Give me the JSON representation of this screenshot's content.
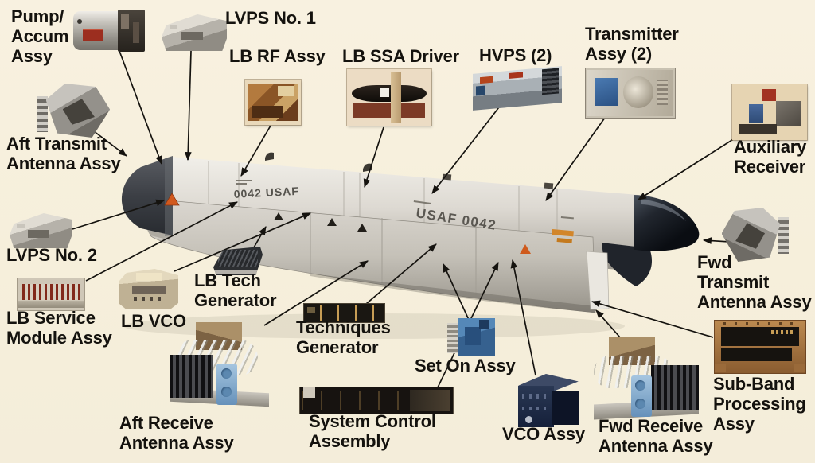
{
  "colors": {
    "background": "#f6efdb",
    "callout_line": "#15130f",
    "label_text": "#14120e",
    "warning_triangle": "#d2591d"
  },
  "pod": {
    "marking_aft": "0042 USAF",
    "marking_fwd": "USAF 0042"
  },
  "components": [
    {
      "id": "pump-accum",
      "label": "Pump/\nAccum\nAssy"
    },
    {
      "id": "lvps-1",
      "label": "LVPS No. 1"
    },
    {
      "id": "lb-rf",
      "label": "LB RF Assy"
    },
    {
      "id": "lb-ssa-driver",
      "label": "LB SSA Driver"
    },
    {
      "id": "hvps",
      "label": "HVPS (2)"
    },
    {
      "id": "transmitter",
      "label": "Transmitter\nAssy (2)"
    },
    {
      "id": "aux-receiver",
      "label": "Auxiliary\nReceiver"
    },
    {
      "id": "aft-transmit",
      "label": "Aft Transmit\nAntenna Assy"
    },
    {
      "id": "lvps-2",
      "label": "LVPS No. 2"
    },
    {
      "id": "lb-service",
      "label": "LB Service\nModule Assy"
    },
    {
      "id": "lb-vco",
      "label": "LB VCO"
    },
    {
      "id": "lb-tech-generator",
      "label": "LB Tech\nGenerator"
    },
    {
      "id": "techniques-generator",
      "label": "Techniques\nGenerator"
    },
    {
      "id": "set-on",
      "label": "Set On Assy"
    },
    {
      "id": "system-control",
      "label": "System Control\nAssembly"
    },
    {
      "id": "vco",
      "label": "VCO Assy"
    },
    {
      "id": "fwd-receive",
      "label": "Fwd Receive\nAntenna Assy"
    },
    {
      "id": "sub-band",
      "label": "Sub-Band\nProcessing\nAssy"
    },
    {
      "id": "fwd-transmit",
      "label": "Fwd\nTransmit\nAntenna Assy"
    },
    {
      "id": "aft-receive",
      "label": "Aft Receive\nAntenna Assy"
    }
  ]
}
